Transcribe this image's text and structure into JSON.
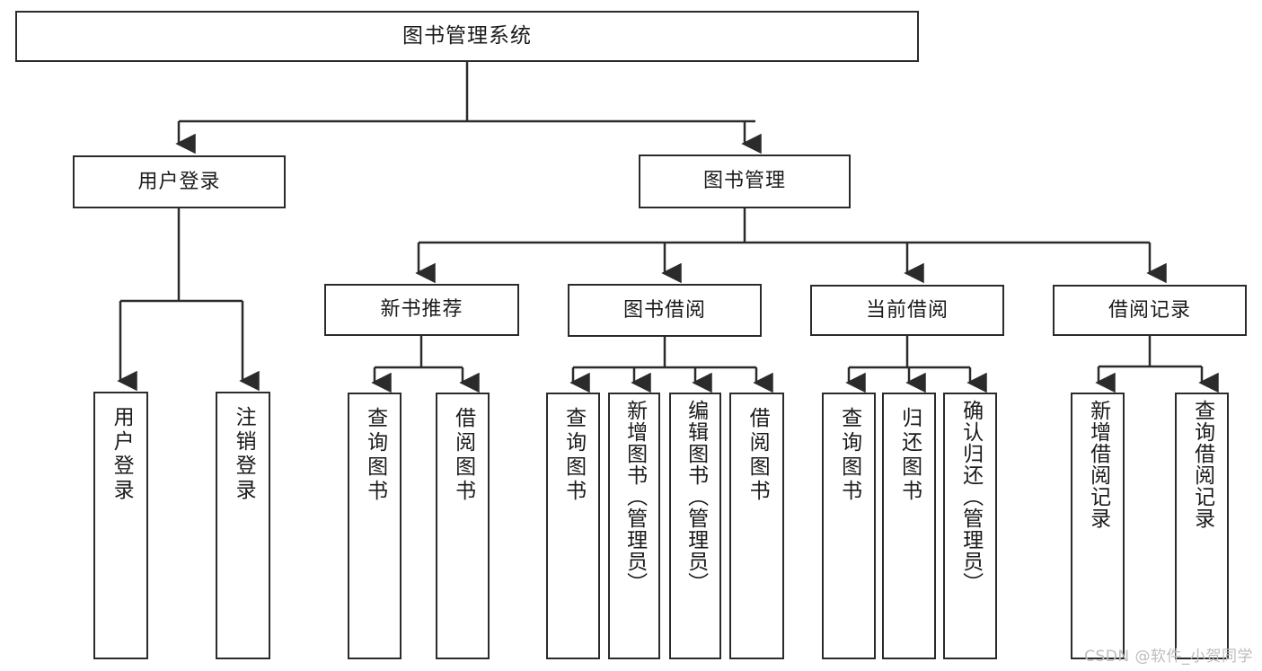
{
  "diagram": {
    "title": "图书管理系统",
    "type": "tree",
    "colors": {
      "stroke": "#2b2b2b",
      "fill": "#ffffff",
      "text": "#1b1b1b",
      "watermark": "#bdbdbd"
    },
    "levels": {
      "root": {
        "label": "图书管理系统"
      },
      "level1": [
        {
          "label": "用户登录"
        },
        {
          "label": "图书管理"
        }
      ],
      "level2": [
        {
          "label": "新书推荐"
        },
        {
          "label": "图书借阅"
        },
        {
          "label": "当前借阅"
        },
        {
          "label": "借阅记录"
        }
      ],
      "leaves": {
        "user_login": [
          {
            "label": "用户登录"
          },
          {
            "label": "注销登录"
          }
        ],
        "new_book_recommend": [
          {
            "label": "查询图书"
          },
          {
            "label": "借阅图书"
          }
        ],
        "book_borrow": [
          {
            "label": "查询图书"
          },
          {
            "label": "新增图书（管理员）"
          },
          {
            "label": "编辑图书（管理员）"
          },
          {
            "label": "借阅图书"
          }
        ],
        "current_borrow": [
          {
            "label": "查询图书"
          },
          {
            "label": "归还图书"
          },
          {
            "label": "确认归还（管理员）"
          }
        ],
        "borrow_record": [
          {
            "label": "新增借阅记录"
          },
          {
            "label": "查询借阅记录"
          }
        ]
      }
    },
    "watermark": "CSDN @软件_小贺同学"
  }
}
